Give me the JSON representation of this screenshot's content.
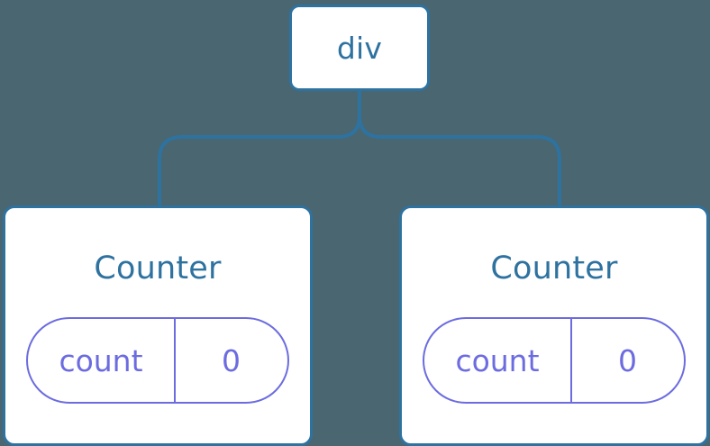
{
  "diagram": {
    "type": "component-tree",
    "background_color": "#4a6670",
    "node_border_color": "#2e72a0",
    "node_fill_color": "#ffffff",
    "node_text_color": "#2e72a0",
    "state_pill_color": "#6c6ce0",
    "connector_color": "#2e72a0"
  },
  "root": {
    "label": "div"
  },
  "children": [
    {
      "title": "Counter",
      "state": {
        "key": "count",
        "value": "0"
      }
    },
    {
      "title": "Counter",
      "state": {
        "key": "count",
        "value": "0"
      }
    }
  ],
  "edges": [
    {
      "from": "div",
      "to": "Counter-left"
    },
    {
      "from": "div",
      "to": "Counter-right"
    }
  ]
}
